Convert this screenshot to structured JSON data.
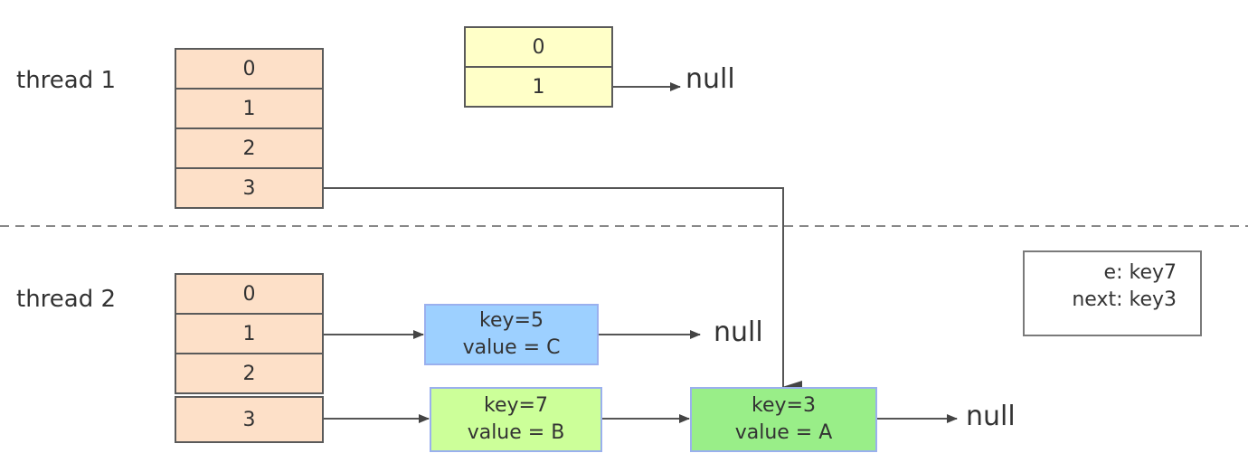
{
  "thread1": {
    "label": "thread 1",
    "table": [
      "0",
      "1",
      "2",
      "3"
    ]
  },
  "new_table": [
    "0",
    "1"
  ],
  "null_label": "null",
  "thread2": {
    "label": "thread 2",
    "table": [
      "0",
      "1",
      "2",
      "3"
    ]
  },
  "nodes": {
    "c": {
      "key": "key=5",
      "value": "value = C",
      "color": "#9dd0ff"
    },
    "b": {
      "key": "key=7",
      "value": "value = B",
      "color": "#ccff99"
    },
    "a": {
      "key": "key=3",
      "value": "value = A",
      "color": "#99ee88"
    }
  },
  "variables": {
    "e": "e:  key7",
    "next": "next:  key3"
  },
  "colors": {
    "table_fill": "#fde0c8",
    "new_table_fill": "#ffffc8",
    "node_border": "#9ab0ee",
    "line": "#555555"
  }
}
